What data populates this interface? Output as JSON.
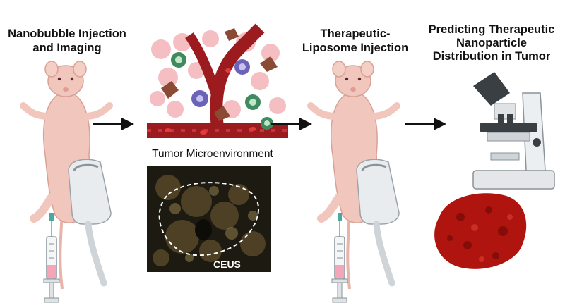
{
  "steps": [
    {
      "title": "Nanobubble Injection\nand Imaging"
    },
    {
      "title": "Therapeutic-\nLiposome Injection"
    },
    {
      "title": "Predicting Therapeutic\nNanoparticle\nDistribution in Tumor"
    }
  ],
  "microenvironment": {
    "label": "Tumor Microenvironment"
  },
  "ultrasound": {
    "label": "CEUS"
  },
  "colors": {
    "vessel": "#9b1b1f",
    "mouse_skin": "#f1c6bd",
    "arrow": "#111111",
    "tumor_tissue": "#b0140f"
  },
  "icons": [
    "mouse-icon",
    "ultrasound-probe-icon",
    "syringe-icon",
    "blood-vessel-icon",
    "immune-cell-icon",
    "microscope-icon",
    "tumor-section-icon",
    "arrow-icon"
  ]
}
